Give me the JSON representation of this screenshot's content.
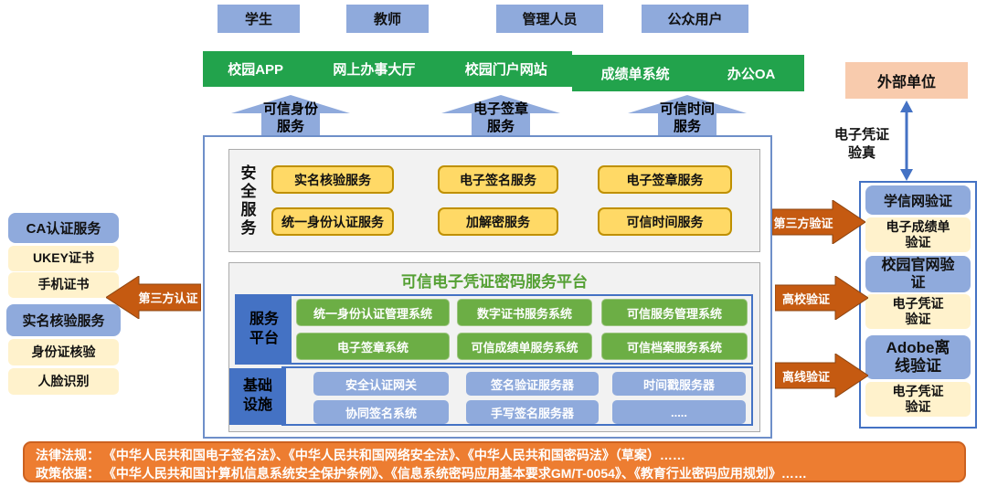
{
  "users": [
    "学生",
    "教师",
    "管理人员",
    "公众用户"
  ],
  "app_bar": {
    "items_left": [
      "校园APP",
      "网上办事大厅",
      "校园门户网站"
    ],
    "items_right": [
      "成绩单系统",
      "办公OA"
    ]
  },
  "up_arrows": [
    {
      "line1": "可信身份",
      "line2": "服务"
    },
    {
      "line1": "电子签章",
      "line2": "服务"
    },
    {
      "line1": "可信时间",
      "line2": "服务"
    }
  ],
  "security": {
    "label": "安全服务",
    "rows": [
      [
        "实名核验服务",
        "电子签名服务",
        "电子签章服务"
      ],
      [
        "统一身份认证服务",
        "加解密服务",
        "可信时间服务"
      ]
    ]
  },
  "platform": {
    "title": "可信电子凭证密码服务平台",
    "service_label": [
      "服务",
      "平台"
    ],
    "service_rows": [
      [
        "统一身份认证管理系统",
        "数字证书服务系统",
        "可信服务管理系统"
      ],
      [
        "电子签章系统",
        "可信成绩单服务系统",
        "可信档案服务系统"
      ]
    ],
    "infra_label": [
      "基础",
      "设施"
    ],
    "infra_rows": [
      [
        "安全认证网关",
        "签名验证服务器",
        "时间戳服务器"
      ],
      [
        "协同签名系统",
        "手写签名服务器",
        "....."
      ]
    ]
  },
  "left_panel": {
    "arrow": "第三方认证",
    "ca": {
      "title": "CA认证服务",
      "items": [
        "UKEY证书",
        "手机证书"
      ]
    },
    "realname": {
      "title": "实名核验服务",
      "items": [
        "身份证核验",
        "人脸识别"
      ]
    }
  },
  "right_panel": {
    "external": "外部单位",
    "verify_line1": "电子凭证",
    "verify_line2": "验真",
    "arrows": [
      "第三方验证",
      "高校验证",
      "离线验证"
    ],
    "groups": [
      {
        "title": "学信网验证",
        "sub": "电子成绩单验证"
      },
      {
        "title": "校园官网验证",
        "sub": "电子凭证验证"
      },
      {
        "title": "Adobe离线验证",
        "sub": "电子凭证验证"
      }
    ]
  },
  "footer": {
    "line1": "法律法规： 《中华人民共和国电子签名法》、《中华人民共和国网络安全法》、《中华人民共和国密码法》（草案）……",
    "line2": "政策依据： 《中华人民共和国计算机信息系统安全保护条例》、《信息系统密码应用基本要求GM/T-0054》、《教育行业密码应用规划》……"
  },
  "colors": {
    "accent_blue": "#4472C4",
    "light_blue": "#8FAADC",
    "green_bar": "#22A34C",
    "system_green": "#6CAE45",
    "title_green": "#54A033",
    "yellow": "#FFD966",
    "yellow_border": "#BF9000",
    "cream": "#FFF2CC",
    "orange_arrow": "#C55A11",
    "footer_orange": "#ED7D31",
    "peach": "#F8CBAD"
  }
}
